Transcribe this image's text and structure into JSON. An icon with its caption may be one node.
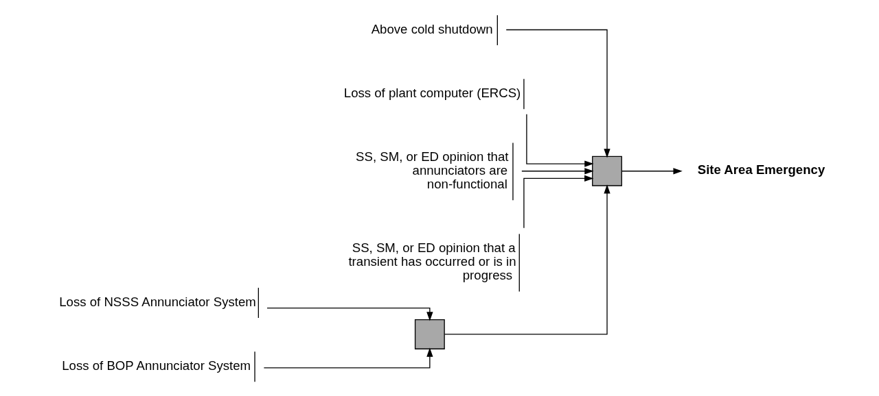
{
  "diagram": {
    "nodes": [
      {
        "text": [
          "Above cold shutdown"
        ]
      },
      {
        "text": [],
        "shape": "box"
      },
      {
        "text": [
          "Site Area Emergency"
        ]
      },
      {
        "text": [
          "Loss of plant computer (ERCS)"
        ]
      },
      {
        "text": [
          "SS, SM, or ED opinion that annunciators are non-functional"
        ]
      },
      {
        "text": [
          "SS, SM, or ED opinion that a transient has occurred or is in progress"
        ]
      },
      {
        "text": [
          "Loss of NSSS Annunciator System"
        ]
      },
      {
        "text": [],
        "shape": "box"
      },
      {
        "text": [
          "Loss of BOP Annunciator System"
        ]
      }
    ],
    "edges": [
      {
        "from": 0,
        "to": 1,
        "arrow": "to"
      },
      {
        "from": 3,
        "to": 1,
        "arrow": "to"
      },
      {
        "from": 4,
        "to": 1,
        "arrow": "to"
      },
      {
        "from": 5,
        "to": 1,
        "arrow": "to"
      },
      {
        "from": 7,
        "to": 1,
        "arrow": "to"
      },
      {
        "from": 1,
        "to": 2,
        "arrow": "to"
      },
      {
        "from": 6,
        "to": 7,
        "arrow": "to"
      },
      {
        "from": 8,
        "to": 7,
        "arrow": "to"
      }
    ]
  }
}
